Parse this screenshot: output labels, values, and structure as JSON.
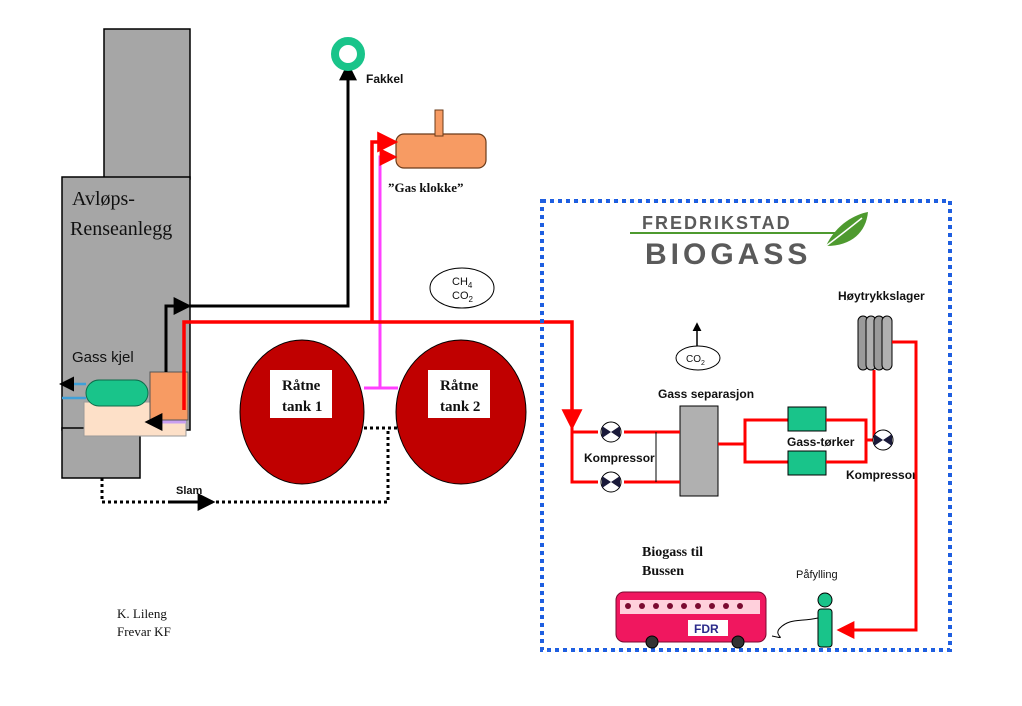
{
  "plant": {
    "title_line1": "Avløps-",
    "title_line2": "Renseanlegg",
    "boiler_label": "Gass kjel",
    "sludge_label": "Slam"
  },
  "flare": {
    "label": "Fakkel"
  },
  "gas_holder": {
    "label": "”Gas klokke”"
  },
  "gas_composition": {
    "line1_main": "CH",
    "line1_sub": "4",
    "line2_main": "CO",
    "line2_sub": "2"
  },
  "digesters": [
    {
      "line1": "Råtne",
      "line2": "tank 1"
    },
    {
      "line1": "Råtne",
      "line2": "tank 2"
    }
  ],
  "upgrading": {
    "logo_top": "FREDRIKSTAD",
    "logo_bottom": "BIOGASS",
    "co2_main": "CO",
    "co2_sub": "2",
    "separation_label": "Gass separasjon",
    "compressor_left_label": "Kompressor",
    "dryer_label": "Gass-tørker",
    "compressor_right_label": "Kompressor",
    "storage_label": "Høytrykkslager",
    "bus_line1": "Biogass til",
    "bus_line2": "Bussen",
    "fueling_label": "Påfylling",
    "bus_logo": "FDR"
  },
  "author": {
    "name": "K. Lileng",
    "org": "Frevar KF"
  },
  "colors": {
    "plant_gray": "#a6a6a6",
    "gas_red": "#ff0000",
    "tank_red": "#c00000",
    "holder_orange": "#f79b63",
    "biogas_pink": "#ff40ff",
    "boiler_green": "#19c48a",
    "frame_blue": "#1f5fe0",
    "bus_pink": "#f0175f",
    "logo_gray": "#5a5a5a",
    "logo_green": "#4e9a2f"
  }
}
